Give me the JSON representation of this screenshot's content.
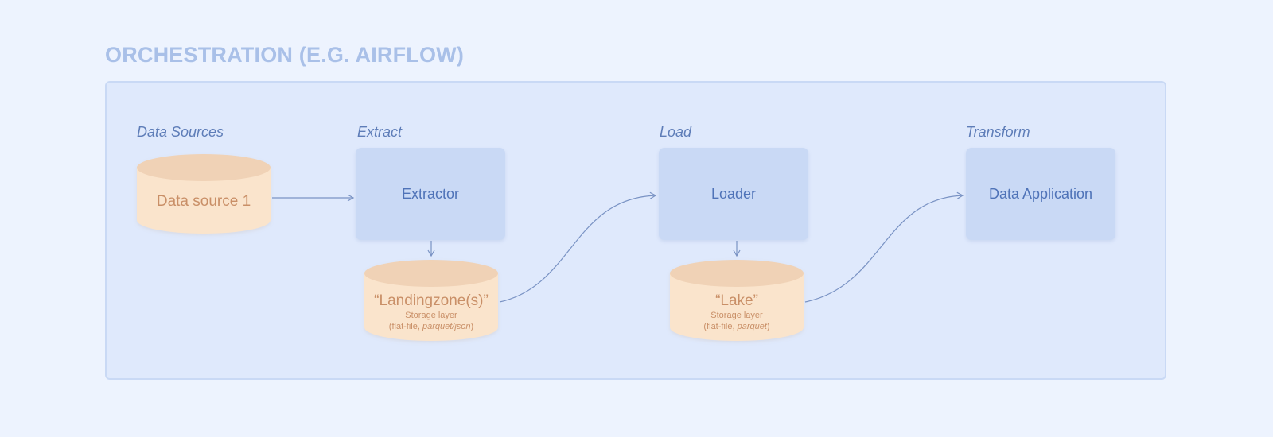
{
  "diagram": {
    "title": "ORCHESTRATION (E.G. AIRFLOW)",
    "stages": {
      "sources": "Data Sources",
      "extract": "Extract",
      "load": "Load",
      "transform": "Transform"
    },
    "nodes": {
      "source": {
        "label": "Data source 1"
      },
      "extractor": {
        "label": "Extractor"
      },
      "loader": {
        "label": "Loader"
      },
      "application": {
        "label": "Data Application"
      },
      "landingzone": {
        "label": "“Landingzone(s)”",
        "subtitle": "Storage layer",
        "detail_prefix": "(flat-file, ",
        "detail_italic": "parquet/json",
        "detail_suffix": ")"
      },
      "lake": {
        "label": "“Lake”",
        "subtitle": "Storage layer",
        "detail_prefix": "(flat-file, ",
        "detail_italic": "parquet",
        "detail_suffix": ")"
      }
    },
    "colors": {
      "background": "#EDF3FE",
      "frame": "#DFE9FC",
      "box": "#C9D9F5",
      "cylinder": "#FAE4CC",
      "cylinder_top": "#F0D2B6",
      "box_text": "#4F73B8",
      "cylinder_text": "#C98F67",
      "connector": "#7A93C4"
    }
  }
}
